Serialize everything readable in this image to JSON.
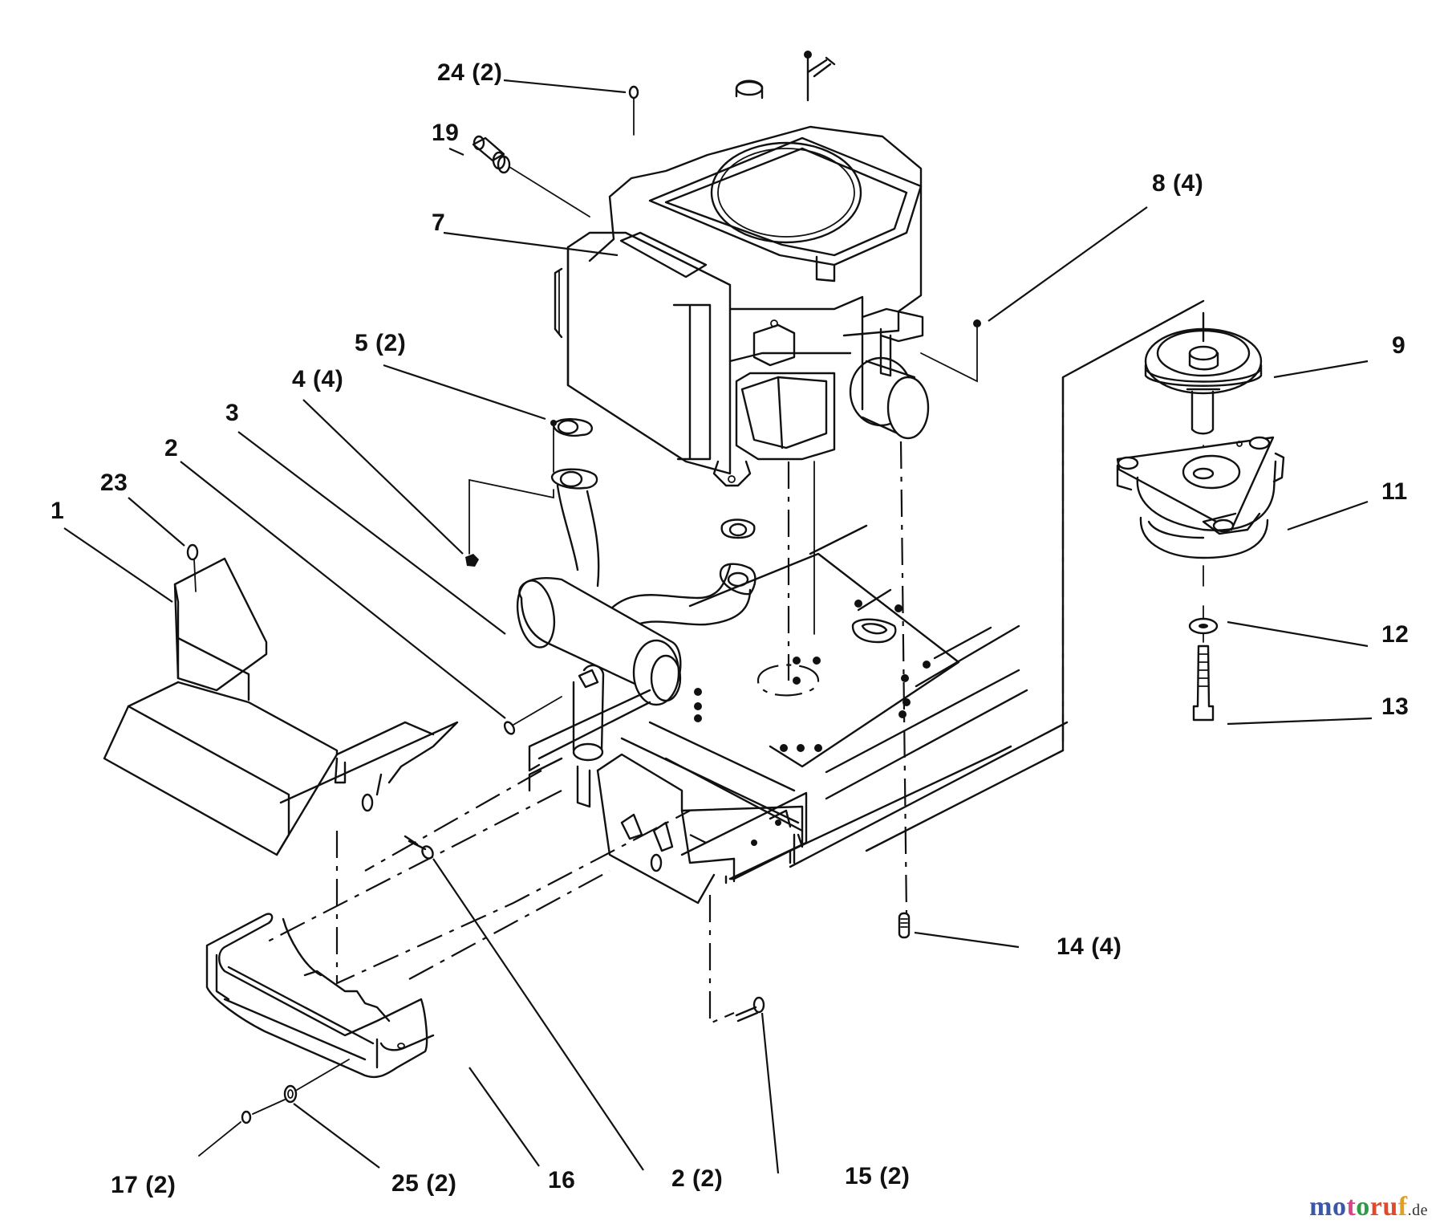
{
  "diagram": {
    "title": "Engine assembly exploded parts view",
    "callouts": [
      {
        "id": "c24",
        "text": "24 (2)",
        "part": "24",
        "qty": 2
      },
      {
        "id": "c19",
        "text": "19",
        "part": "19",
        "qty": 1
      },
      {
        "id": "c7",
        "text": "7",
        "part": "7",
        "qty": 1
      },
      {
        "id": "c8",
        "text": "8 (4)",
        "part": "8",
        "qty": 4
      },
      {
        "id": "c9",
        "text": "9",
        "part": "9",
        "qty": 1
      },
      {
        "id": "c5",
        "text": "5 (2)",
        "part": "5",
        "qty": 2
      },
      {
        "id": "c4",
        "text": "4 (4)",
        "part": "4",
        "qty": 4
      },
      {
        "id": "c3",
        "text": "3",
        "part": "3",
        "qty": 1
      },
      {
        "id": "c2",
        "text": "2",
        "part": "2",
        "qty": 1
      },
      {
        "id": "c23",
        "text": "23",
        "part": "23",
        "qty": 1
      },
      {
        "id": "c1",
        "text": "1",
        "part": "1",
        "qty": 1
      },
      {
        "id": "c11",
        "text": "11",
        "part": "11",
        "qty": 1
      },
      {
        "id": "c12",
        "text": "12",
        "part": "12",
        "qty": 1
      },
      {
        "id": "c13",
        "text": "13",
        "part": "13",
        "qty": 1
      },
      {
        "id": "c14",
        "text": "14 (4)",
        "part": "14",
        "qty": 4
      },
      {
        "id": "c17",
        "text": "17 (2)",
        "part": "17",
        "qty": 2
      },
      {
        "id": "c25",
        "text": "25 (2)",
        "part": "25",
        "qty": 2
      },
      {
        "id": "c16",
        "text": "16",
        "part": "16",
        "qty": 1
      },
      {
        "id": "c2b",
        "text": "2 (2)",
        "part": "2",
        "qty": 2
      },
      {
        "id": "c15",
        "text": "15 (2)",
        "part": "15",
        "qty": 2
      }
    ]
  },
  "watermark": {
    "letters": [
      {
        "ch": "m",
        "color": "#3b57a6"
      },
      {
        "ch": "o",
        "color": "#3b57a6"
      },
      {
        "ch": "t",
        "color": "#d9448a"
      },
      {
        "ch": "o",
        "color": "#2f9a48"
      },
      {
        "ch": "r",
        "color": "#e04a2a"
      },
      {
        "ch": "u",
        "color": "#e04a2a"
      },
      {
        "ch": "f",
        "color": "#e0a020"
      }
    ],
    "suffix": ".de"
  }
}
